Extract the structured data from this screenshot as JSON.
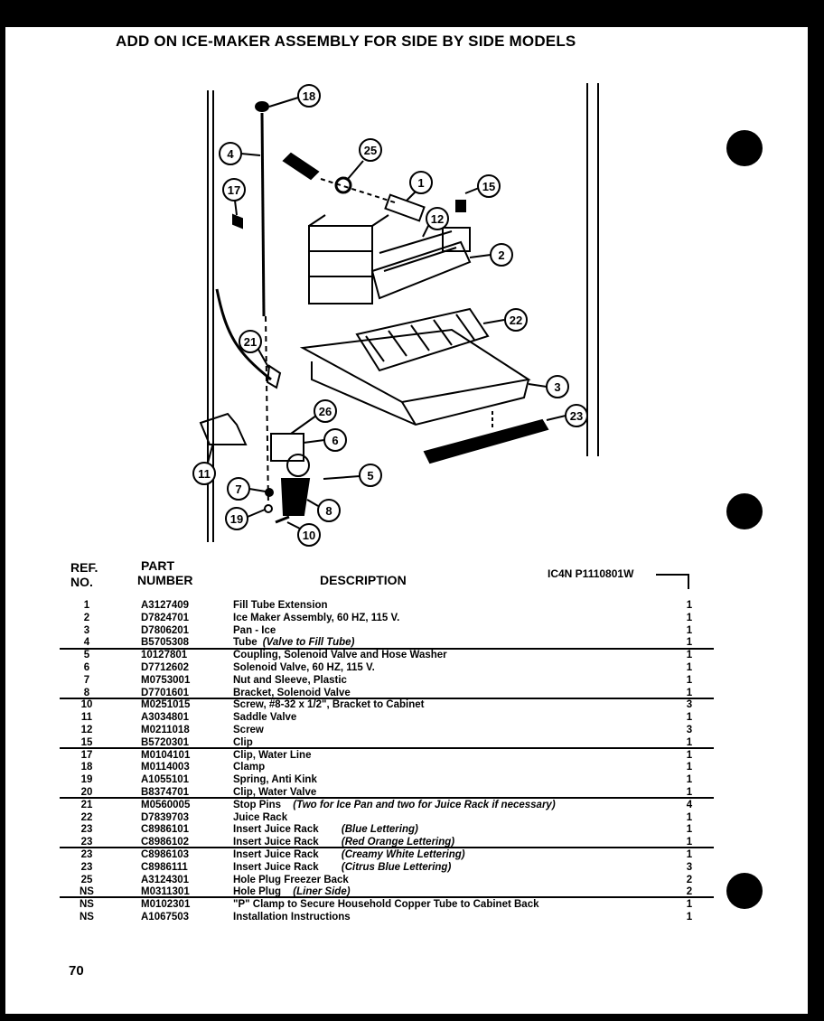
{
  "title": "ADD ON ICE-MAKER ASSEMBLY FOR SIDE BY SIDE MODELS",
  "header": {
    "ref_line1": "REF.",
    "ref_line2": "NO.",
    "part_line1": "PART",
    "part_line2": "NUMBER",
    "description": "DESCRIPTION",
    "code": "IC4N P1110801W"
  },
  "callouts": [
    "18",
    "4",
    "25",
    "1",
    "15",
    "17",
    "12",
    "2",
    "22",
    "21",
    "3",
    "23",
    "26",
    "6",
    "11",
    "5",
    "7",
    "8",
    "19",
    "10"
  ],
  "rows": [
    {
      "ref": "1",
      "part": "A3127409",
      "desc": "Fill Tube Extension",
      "note": "",
      "qty": "1"
    },
    {
      "ref": "2",
      "part": "D7824701",
      "desc": "Ice Maker Assembly, 60 HZ, 115 V.",
      "note": "",
      "qty": "1"
    },
    {
      "ref": "3",
      "part": "D7806201",
      "desc": "Pan - Ice",
      "note": "",
      "qty": "1"
    },
    {
      "ref": "4",
      "part": "B5705308",
      "desc": "Tube",
      "note": "(Valve to Fill Tube)",
      "qty": "1"
    },
    {
      "ref": "5",
      "part": "10127801",
      "desc": "Coupling, Solenoid Valve and Hose Washer",
      "note": "",
      "qty": "1"
    },
    {
      "ref": "6",
      "part": "D7712602",
      "desc": "Solenoid Valve, 60 HZ, 115 V.",
      "note": "",
      "qty": "1"
    },
    {
      "ref": "7",
      "part": "M0753001",
      "desc": "Nut and Sleeve, Plastic",
      "note": "",
      "qty": "1"
    },
    {
      "ref": "8",
      "part": "D7701601",
      "desc": "Bracket, Solenoid Valve",
      "note": "",
      "qty": "1"
    },
    {
      "ref": "10",
      "part": "M0251015",
      "desc": "Screw, #8-32 x 1/2\", Bracket to Cabinet",
      "note": "",
      "qty": "3"
    },
    {
      "ref": "11",
      "part": "A3034801",
      "desc": "Saddle Valve",
      "note": "",
      "qty": "1"
    },
    {
      "ref": "12",
      "part": "M0211018",
      "desc": "Screw",
      "note": "",
      "qty": "3"
    },
    {
      "ref": "15",
      "part": "B5720301",
      "desc": "Clip",
      "note": "",
      "qty": "1"
    },
    {
      "ref": "17",
      "part": "M0104101",
      "desc": "Clip, Water Line",
      "note": "",
      "qty": "1"
    },
    {
      "ref": "18",
      "part": "M0114003",
      "desc": "Clamp",
      "note": "",
      "qty": "1"
    },
    {
      "ref": "19",
      "part": "A1055101",
      "desc": "Spring, Anti Kink",
      "note": "",
      "qty": "1"
    },
    {
      "ref": "20",
      "part": "B8374701",
      "desc": "Clip, Water Valve",
      "note": "",
      "qty": "1"
    },
    {
      "ref": "21",
      "part": "M0560005",
      "desc": "Stop Pins",
      "note": "(Two for Ice Pan and two for Juice Rack if necessary)",
      "qty": "4"
    },
    {
      "ref": "22",
      "part": "D7839703",
      "desc": "Juice Rack",
      "note": "",
      "qty": "1"
    },
    {
      "ref": "23",
      "part": "C8986101",
      "desc": "Insert Juice Rack",
      "note": "(Blue Lettering)",
      "qty": "1"
    },
    {
      "ref": "23",
      "part": "C8986102",
      "desc": "Insert Juice Rack",
      "note": "(Red Orange Lettering)",
      "qty": "1"
    },
    {
      "ref": "23",
      "part": "C8986103",
      "desc": "Insert Juice Rack",
      "note": "(Creamy White Lettering)",
      "qty": "1"
    },
    {
      "ref": "23",
      "part": "C8986111",
      "desc": "Insert Juice Rack",
      "note": "(Citrus Blue Lettering)",
      "qty": "3"
    },
    {
      "ref": "25",
      "part": "A3124301",
      "desc": "Hole Plug Freezer Back",
      "note": "",
      "qty": "2"
    },
    {
      "ref": "NS",
      "part": "M0311301",
      "desc": "Hole Plug",
      "note": "(Liner Side)",
      "qty": "2"
    },
    {
      "ref": "NS",
      "part": "M0102301",
      "desc": "\"P\" Clamp to Secure Household Copper Tube to Cabinet Back",
      "note": "",
      "qty": "1"
    },
    {
      "ref": "NS",
      "part": "A1067503",
      "desc": "Installation Instructions",
      "note": "",
      "qty": "1"
    }
  ],
  "page_number": "70"
}
